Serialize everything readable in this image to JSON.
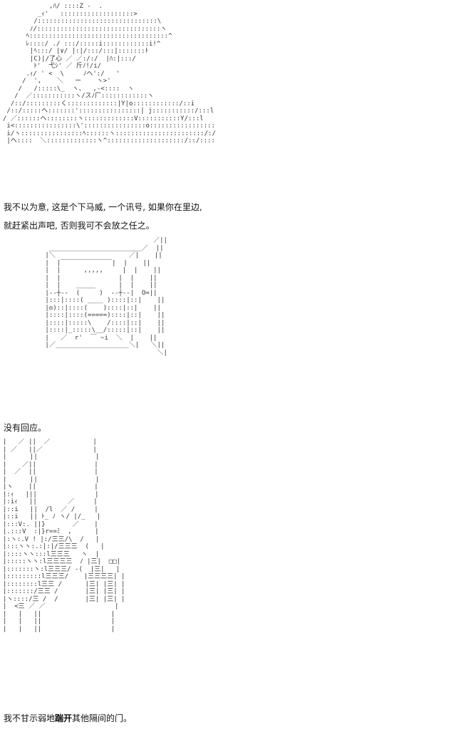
{
  "art": {
    "figure": "            ,ﾊ/ ::::Z -  .\n         _ｨ'   :::::::::::::::::::>\n        /:::::::::::::::::::::::::::::::\\\n       ﾉ/::::::::::::::::::::::::::::::::ヽ\n      ﾍ::::::::::::::::::::::::::::::::::::^\n      ﾚ::::/ ./ :::/:::::i::::::::::::i!^\n       |ﾍ:::/ |∨/ |:|/:::/:::|:::::::ﾄ\n       |C)|/了心 ／ ／:/:/  |ﾊ:|:::/\n        ﾄ'  弋ｼ' ／ 斤ﾉ!/i/\n      .ｨ/ ' <  \\     ﾉヘ':/   '\n     /  ',    ＼   ー    ヽ>'\n    /   /:::::\\_  ヽ、  ,-<::::  ヽ\n   /  ／:::::::::::ヽ/スﾉ厂::::::::::::ヽ\n  /::/:::::::::く:::::::::::::|Y|o::::::::::::/::i\n /::/:::::ヘ:::::::'::::::::::::::::| j:::::::::::/:::l\n/ ／::::::ヘ::::::::ヽ:::::::::::::V:::::::::::Y/:::l\n i<::::::::::::::::\\'::::::::::::::::o::::::::::::::::::ii'::::'\n i/ヽ::::::::::::::::ﾍ::::::ヽ:::::::::::::::::::::::/:/::::/\n |ヘ::::  ＼:::::::::::::ヽ^::::::::::::::::::::/::/:::::i",
    "toilet": "                             ／||\n  ________________________／  ||\n |＼                   ／|    ||\n |  |￣￣￣￣￣￣￣￣|  |    ||\n |  |      ,,,,,     |  |    ||\n |  |               |  |    ||\n |  |    _____      |  |    ||\n |--┼--  (     )  --┼--|  O=||\n |:::|::::( ____ )::::|::|    ||\n |◎)::|::::(    )::::|::|    ||\n |::::|::::(=====)::::|::|    ||\n |::::|:::::\\    /::::|::|    ||\n |::::|_:::::\\__/:::::|::|    ||\n |   ／  r'  ￣ ~i  ＼  |    ||\n |／___________________＼|   ＼||\n                              ＼|",
    "door": "|   ／ ||  ／           |\n| ／   ||／             |\n|      ||               |\n|    ／||               |\n|  ／  ||               |\n|      ||               |\n|ヽ    ||               |\n|:ｨ   |||               |\n|:iｨ   ||        ／     |\n|::i   ||  /l  ／ /     |\n|::i   || ﾄ_ ﾉ ヽ/ |/_   |\n|:::V:. ||}       ／    |\n|.:::V  :|}r==ﾐ  ,      |\n|:ヽ:.V ! |:/三三/\\  /   |\n|:::ヽヽ:.:|:|/三三三  (   |\n|::::ヽヽ:::l三三三   ヽ  |\n|:::::ヽヽ:l三三三三  ﾉ |三|  □□|\n|:::::::ヽ:l三三三/ -(  |三|   |\n|:::::::::l三三三/    |三三三三| |\n|::::::::l三三 /      |三| |三| |\n|:::::::/三三 /       |三| |三| |\n|ヽ::::/三 /  /       |三| |三| |\n|  <三 ／ ／                  |\n|   |   ||                  |\n|   |   ||                  |\n|   |   ||                  |"
  },
  "narration": {
    "line1": "我不以为意, 这是个下马威, 一个讯号, 如果你在里边,",
    "line2": "就赶紧出声吧, 否则我可不会放之任之。",
    "line3": "没有回应。",
    "line4_pre": "我不甘示弱地",
    "line4_bold": "踹开",
    "line4_post": "其他隔间的门。"
  }
}
